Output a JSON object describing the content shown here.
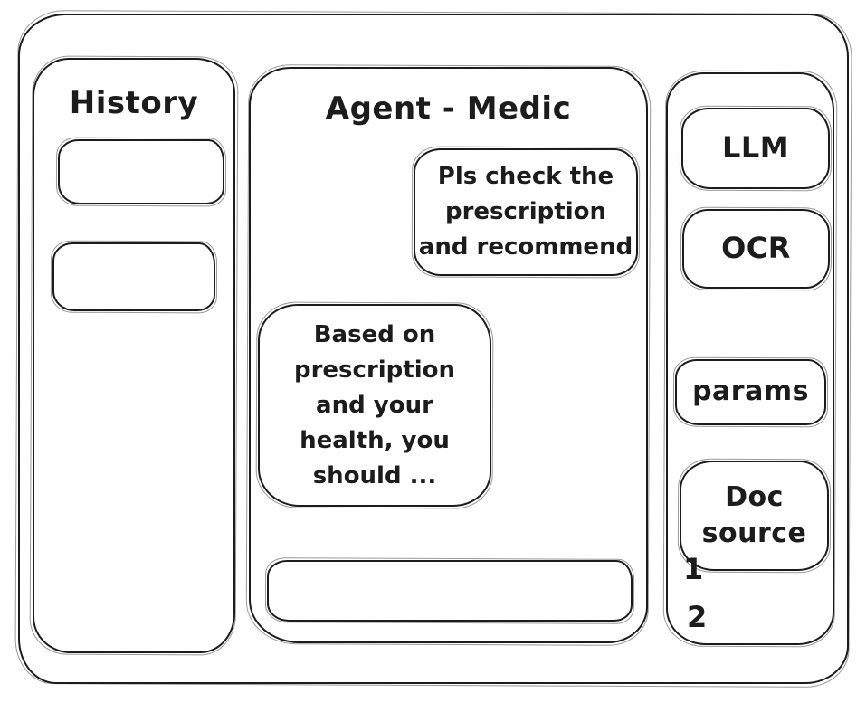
{
  "colors": {
    "ink": "#1c1c1c",
    "background": "#ffffff"
  },
  "history_panel": {
    "title": "History",
    "items": [
      {
        "label": ""
      },
      {
        "label": ""
      }
    ]
  },
  "chat_panel": {
    "title": "Agent - Medic",
    "messages": [
      {
        "role": "user",
        "text": "Pls check the\nprescription\nand recommend"
      },
      {
        "role": "assistant",
        "text": "Based on\nprescription\nand your\nhealth, you\nshould ..."
      }
    ],
    "input": {
      "value": "",
      "placeholder": ""
    }
  },
  "tools_panel": {
    "buttons": [
      {
        "id": "llm",
        "label": "LLM"
      },
      {
        "id": "ocr",
        "label": "OCR"
      },
      {
        "id": "params",
        "label": "params"
      },
      {
        "id": "doc_source",
        "label": "Doc\nsource"
      }
    ],
    "doc_source_items": [
      "1",
      "2"
    ]
  }
}
